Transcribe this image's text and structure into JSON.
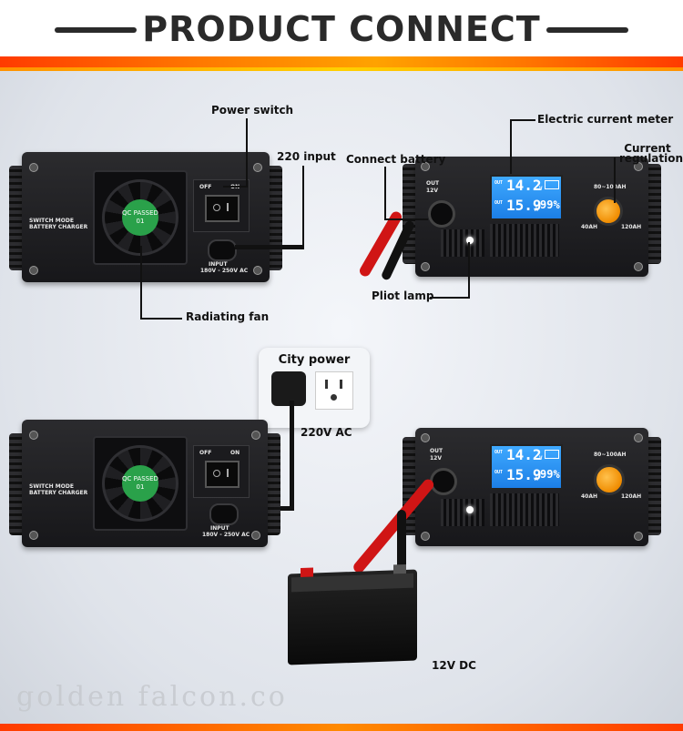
{
  "header": {
    "title": "PRODUCT CONNECT"
  },
  "callouts": {
    "power_switch": "Power switch",
    "input_220": "220 input",
    "radiating_fan": "Radiating fan",
    "connect_battery": "Connect battery",
    "current_meter": "Electric current meter",
    "current_regulation": "Current regulation",
    "pilot_lamp": "Pliot lamp"
  },
  "charger_back": {
    "brand_label": "SWITCH MODE\nBATTERY CHARGER",
    "sticker": "QC PASSED 01",
    "switch_off": "OFF",
    "switch_on": "ON",
    "input_label": "INPUT",
    "input_range": "180V - 250V AC"
  },
  "charger_front": {
    "out_label": "OUT",
    "out_voltage": "12V",
    "lcd_top_left": "OUT",
    "lcd_top_value": "14.2",
    "lcd_top_unit": "V",
    "lcd_bottom_left": "OUT",
    "lcd_bottom_value": "15.9",
    "lcd_bottom_unit": "A",
    "lcd_percent": "99%",
    "knob_top": "80~100AH",
    "knob_left": "40AH",
    "knob_right": "120AH"
  },
  "city_power": {
    "label": "City power",
    "voltage": "220V AC"
  },
  "battery": {
    "label": "12V DC"
  },
  "watermark": "golden falcon.co",
  "colors": {
    "accent": "#ff7a00",
    "lcd": "#2a92f2",
    "knob": "#f39a12",
    "cable_red": "#d01515"
  }
}
